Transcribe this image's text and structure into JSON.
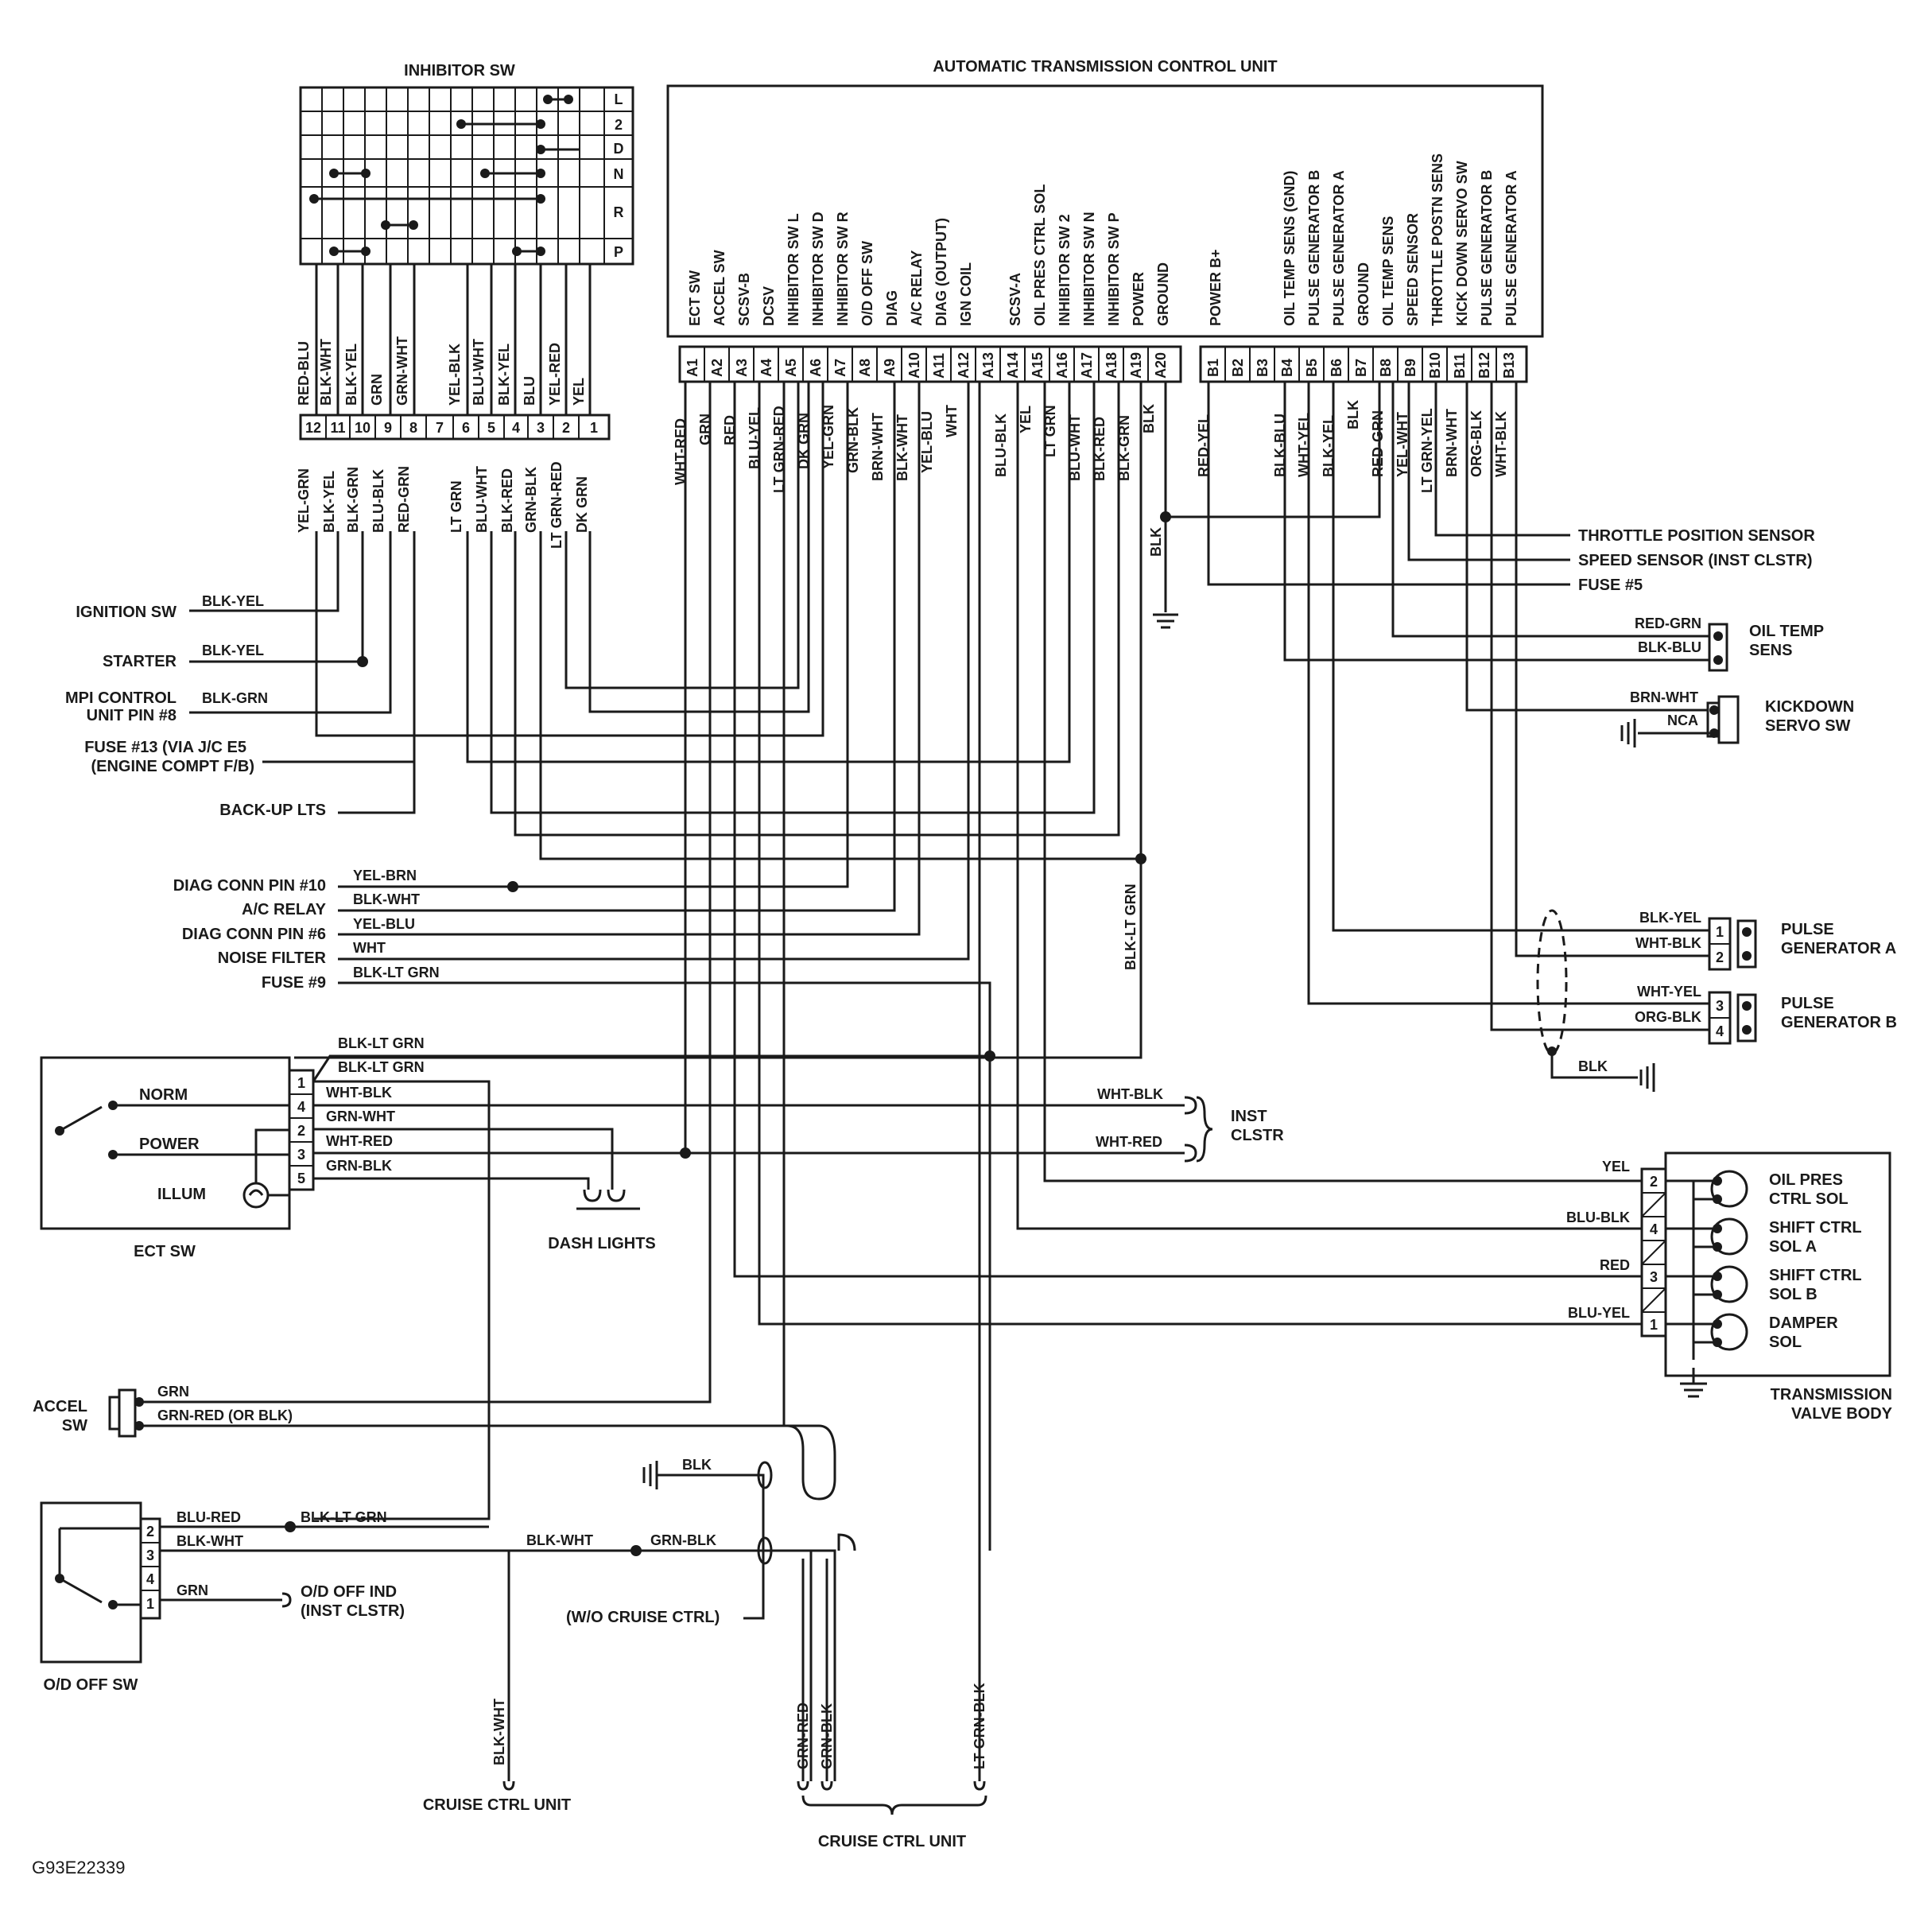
{
  "figure_id": "G93E22339",
  "components": {
    "inhibitor_sw": {
      "title": "INHIBITOR SW",
      "positions": [
        "L",
        "2",
        "D",
        "N",
        "R",
        "P"
      ],
      "wire_colors_top": [
        "RED-BLU",
        "BLK-WHT",
        "BLK-YEL",
        "GRN",
        "GRN-WHT",
        "YEL-BLK",
        "BLU-WHT",
        "BLK-YEL",
        "BLU",
        "YEL-RED",
        "YEL"
      ],
      "terminals": [
        "12",
        "11",
        "10",
        "9",
        "8",
        "7",
        "6",
        "5",
        "4",
        "3",
        "2",
        "1"
      ],
      "wire_colors_bottom": [
        "YEL-GRN",
        "BLK-YEL",
        "BLK-GRN",
        "BLU-BLK",
        "RED-GRN",
        "LT GRN",
        "BLU-WHT",
        "BLK-RED",
        "GRN-BLK",
        "LT GRN-RED",
        "DK GRN"
      ]
    },
    "atcu": {
      "title": "AUTOMATIC TRANSMISSION CONTROL UNIT",
      "pins_a": [
        {
          "pin": "A1",
          "func": "ECT SW",
          "wire": "WHT-RED"
        },
        {
          "pin": "A2",
          "func": "ACCEL SW",
          "wire": "GRN"
        },
        {
          "pin": "A3",
          "func": "SCSV-B",
          "wire": "RED"
        },
        {
          "pin": "A4",
          "func": "DCSV",
          "wire": "BLU-YEL"
        },
        {
          "pin": "A5",
          "func": "INHIBITOR SW L",
          "wire": "LT GRN-RED"
        },
        {
          "pin": "A6",
          "func": "INHIBITOR SW D",
          "wire": "DK GRN"
        },
        {
          "pin": "A7",
          "func": "INHIBITOR SW R",
          "wire": "YEL-GRN"
        },
        {
          "pin": "A8",
          "func": "O/D OFF SW",
          "wire": "GRN-BLK"
        },
        {
          "pin": "A9",
          "func": "DIAG",
          "wire": "BRN-WHT"
        },
        {
          "pin": "A10",
          "func": "A/C RELAY",
          "wire": "BLK-WHT"
        },
        {
          "pin": "A11",
          "func": "DIAG (OUTPUT)",
          "wire": "YEL-BLU"
        },
        {
          "pin": "A12",
          "func": "IGN COIL",
          "wire": "WHT"
        },
        {
          "pin": "A13",
          "func": "",
          "wire": "BLU-BLK"
        },
        {
          "pin": "A14",
          "func": "SCSV-A",
          "wire": "YEL"
        },
        {
          "pin": "A15",
          "func": "OIL PRES CTRL SOL",
          "wire": "LT GRN"
        },
        {
          "pin": "A16",
          "func": "INHIBITOR SW 2",
          "wire": "BLU-WHT"
        },
        {
          "pin": "A17",
          "func": "INHIBITOR SW N",
          "wire": "BLK-RED"
        },
        {
          "pin": "A18",
          "func": "INHIBITOR SW P",
          "wire": "BLK-GRN"
        },
        {
          "pin": "A19",
          "func": "POWER",
          "wire": "BLK"
        },
        {
          "pin": "A20",
          "func": "GROUND",
          "wire": ""
        }
      ],
      "pins_b": [
        {
          "pin": "B1",
          "func": "POWER B+",
          "wire": "RED-YEL"
        },
        {
          "pin": "B2",
          "func": "",
          "wire": ""
        },
        {
          "pin": "B3",
          "func": "",
          "wire": ""
        },
        {
          "pin": "B4",
          "func": "OIL TEMP SENS (GND)",
          "wire": "BLK-BLU"
        },
        {
          "pin": "B5",
          "func": "PULSE GENERATOR B",
          "wire": "WHT-YEL"
        },
        {
          "pin": "B6",
          "func": "PULSE GENERATOR A",
          "wire": "BLK-YEL"
        },
        {
          "pin": "B7",
          "func": "GROUND",
          "wire": "BLK"
        },
        {
          "pin": "B8",
          "func": "OIL TEMP SENS",
          "wire": "RED-GRN"
        },
        {
          "pin": "B9",
          "func": "SPEED SENSOR",
          "wire": "YEL-WHT"
        },
        {
          "pin": "B10",
          "func": "THROTTLE POSTN SENS",
          "wire": "LT GRN-YEL"
        },
        {
          "pin": "B11",
          "func": "KICK DOWN SERVO SW",
          "wire": "BRN-WHT"
        },
        {
          "pin": "B12",
          "func": "PULSE GENERATOR B",
          "wire": "ORG-BLK"
        },
        {
          "pin": "B13",
          "func": "PULSE GENERATOR A",
          "wire": "WHT-BLK"
        }
      ]
    },
    "left_connections": [
      {
        "label": "IGNITION SW",
        "wire": "BLK-YEL"
      },
      {
        "label": "STARTER",
        "wire": "BLK-YEL"
      },
      {
        "label": "MPI CONTROL",
        "label2": "UNIT PIN #8",
        "wire": "BLK-GRN"
      },
      {
        "label": "FUSE #13 (VIA J/C E5",
        "label2": "(ENGINE COMPT F/B)",
        "wire": ""
      },
      {
        "label": "BACK-UP LTS",
        "wire": ""
      },
      {
        "label": "DIAG CONN PIN #10",
        "wire": "YEL-BRN"
      },
      {
        "label": "A/C RELAY",
        "wire": "BLK-WHT"
      },
      {
        "label": "DIAG CONN PIN #6",
        "wire": "YEL-BLU"
      },
      {
        "label": "NOISE FILTER",
        "wire": "WHT"
      },
      {
        "label": "FUSE #9",
        "wire": "BLK-LT GRN"
      }
    ],
    "right_connections": [
      {
        "label": "THROTTLE POSITION SENSOR"
      },
      {
        "label": "SPEED SENSOR (INST CLSTR)"
      },
      {
        "label": "FUSE #5"
      }
    ],
    "ground_wire": "BLK",
    "ground_link": "BLK-LT GRN",
    "oil_temp_sens": {
      "label": "OIL TEMP",
      "label2": "SENS",
      "wires": [
        "RED-GRN",
        "BLK-BLU"
      ]
    },
    "kickdown_servo_sw": {
      "label": "KICKDOWN",
      "label2": "SERVO SW",
      "wires": [
        "BRN-WHT",
        "NCA"
      ]
    },
    "pulse_gen_a": {
      "label": "PULSE",
      "label2": "GENERATOR A",
      "wires": [
        "BLK-YEL",
        "WHT-BLK"
      ],
      "pins": [
        "1",
        "2"
      ]
    },
    "pulse_gen_b": {
      "label": "PULSE",
      "label2": "GENERATOR B",
      "wires": [
        "WHT-YEL",
        "ORG-BLK"
      ],
      "pins": [
        "3",
        "4"
      ]
    },
    "shield_ground": "BLK",
    "ect_sw": {
      "title": "ECT SW",
      "positions": [
        "NORM",
        "POWER",
        "ILLUM"
      ],
      "pins": [
        "1",
        "4",
        "2",
        "3",
        "5"
      ],
      "wires": [
        "BLK-LT GRN",
        "BLK-LT GRN",
        "WHT-BLK",
        "GRN-WHT",
        "WHT-RED",
        "GRN-BLK"
      ]
    },
    "inst_clstr": {
      "label": "INST",
      "label2": "CLSTR",
      "wires": [
        "WHT-BLK",
        "WHT-RED"
      ]
    },
    "dash_lights": "DASH LIGHTS",
    "valve_body": {
      "title": "TRANSMISSION",
      "title2": "VALVE BODY",
      "rows": [
        {
          "pin": "2",
          "wire": "YEL",
          "sol": "OIL PRES",
          "sol2": "CTRL SOL"
        },
        {
          "pin": "4",
          "wire": "BLU-BLK",
          "sol": "SHIFT CTRL",
          "sol2": "SOL A"
        },
        {
          "pin": "3",
          "wire": "RED",
          "sol": "SHIFT CTRL",
          "sol2": "SOL B"
        },
        {
          "pin": "1",
          "wire": "BLU-YEL",
          "sol": "DAMPER",
          "sol2": "SOL"
        }
      ]
    },
    "accel_sw": {
      "label": "ACCEL",
      "label2": "SW",
      "wires": [
        "GRN",
        "GRN-RED (OR BLK)"
      ]
    },
    "od_off_sw": {
      "title": "O/D OFF SW",
      "pins": [
        "2",
        "3",
        "4",
        "1"
      ],
      "wires": [
        "BLU-RED",
        "BLK-WHT",
        "GRN"
      ],
      "splice_wire": "BLK-LT GRN"
    },
    "od_off_ind": {
      "label": "O/D OFF IND",
      "label2": "(INST CLSTR)"
    },
    "cruise": {
      "ground_wire": "BLK",
      "mid_wires": [
        "BLK-WHT",
        "GRN-BLK"
      ],
      "wo_cruise": "(W/O CRUISE CTRL)",
      "unit1": "CRUISE CTRL UNIT",
      "unit1_wire": "BLK-WHT",
      "unit2": "CRUISE CTRL UNIT",
      "unit2_wires": [
        "GRN-RED",
        "GRN-BLK",
        "LT GRN-BLK"
      ]
    }
  }
}
